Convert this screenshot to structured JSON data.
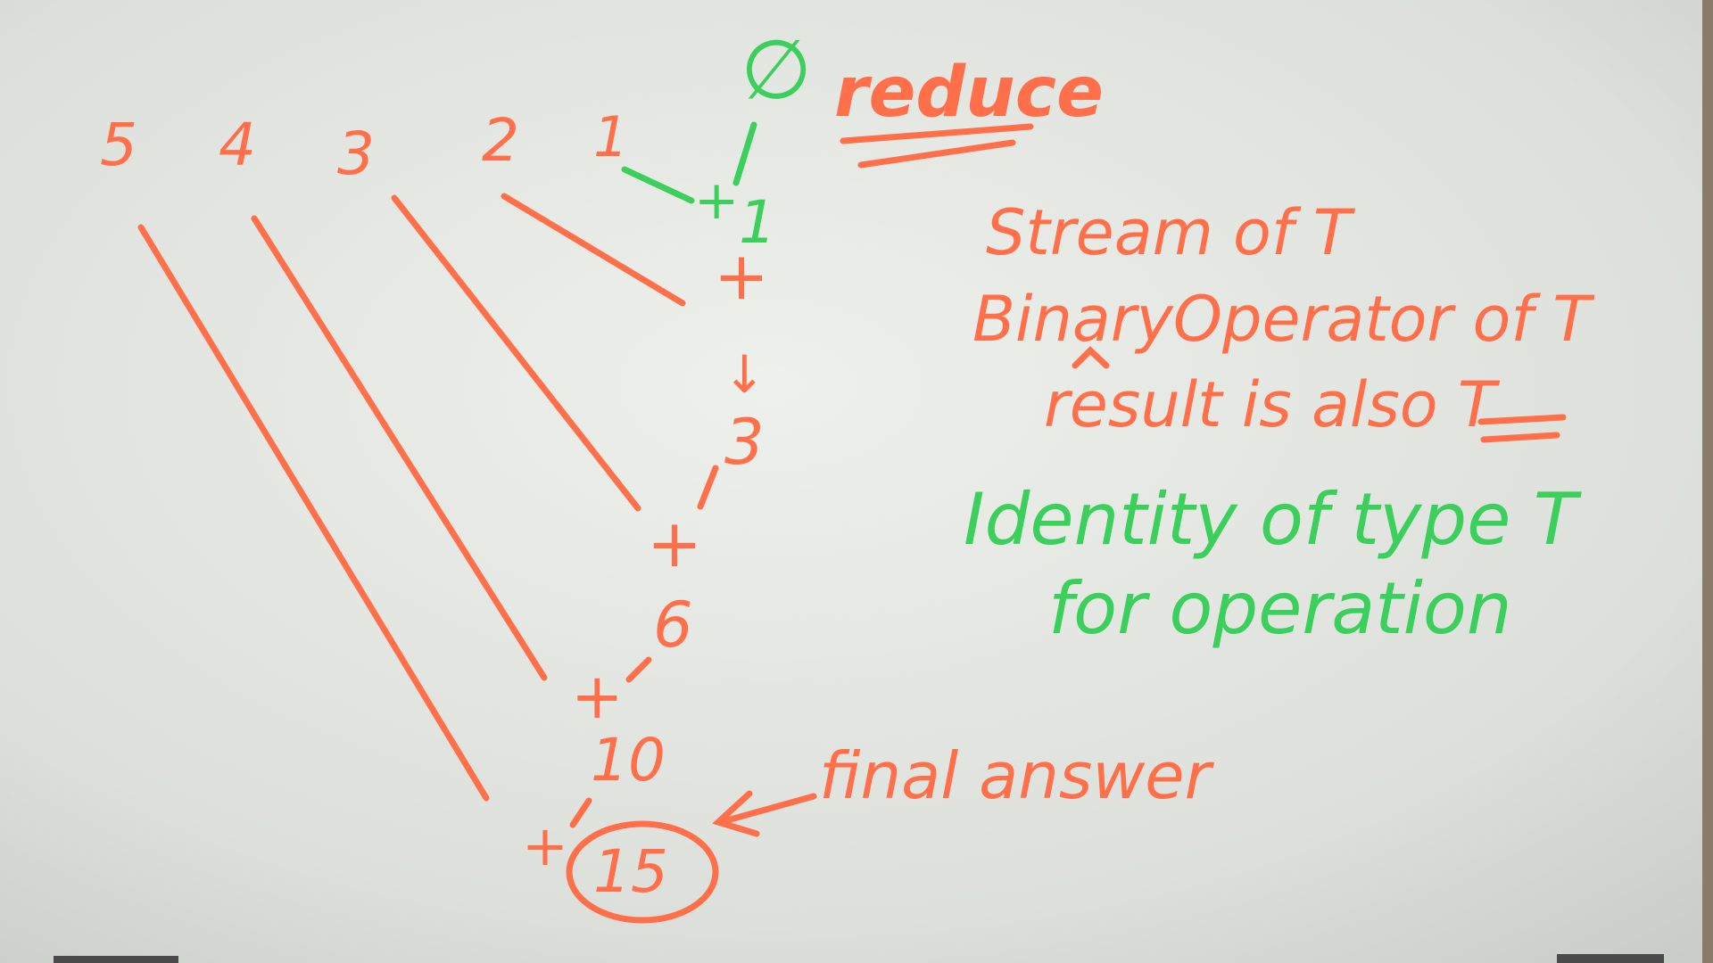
{
  "board": {
    "title": "reduce",
    "identity_symbol": "∅",
    "inputs": [
      "5",
      "4",
      "3",
      "2",
      "1"
    ],
    "plus": "+",
    "arrow": "↓",
    "partials": [
      "1",
      "3",
      "6",
      "10"
    ],
    "result": "15",
    "result_note": "final answer",
    "notes_orange": [
      "Stream of T",
      "BinaryOperator of T",
      "result is also T"
    ],
    "notes_green": [
      "Identity of type T",
      "for operation"
    ],
    "colors": {
      "orange_marker": "#ff6f4a",
      "green_marker": "#3bcf5c",
      "board": "#e6e8e4"
    }
  }
}
